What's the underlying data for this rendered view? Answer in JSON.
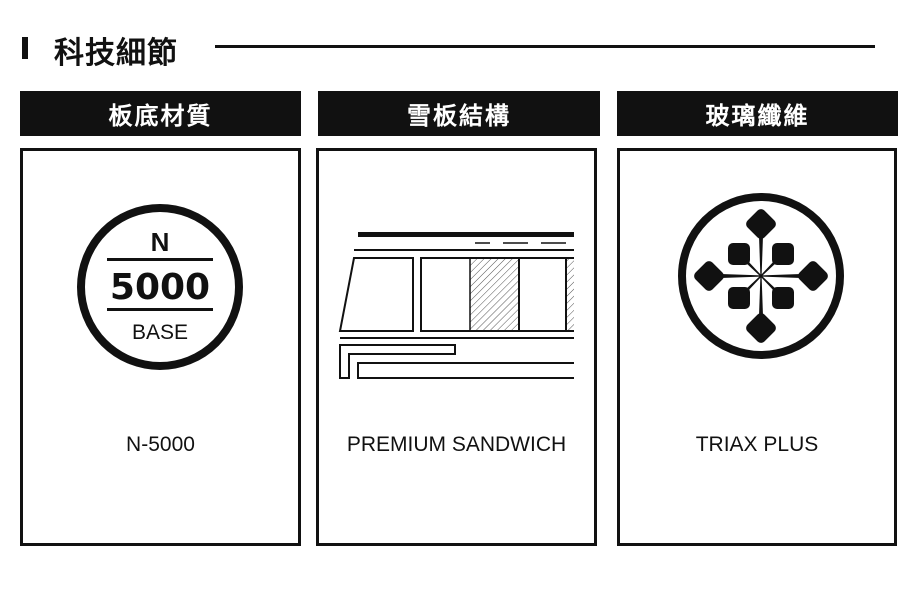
{
  "section_title": "科技細節",
  "cards": [
    {
      "header": "板底材質",
      "name": "N-5000",
      "icon": "n5000-base-badge-icon",
      "badge": {
        "letter": "N",
        "number": "5000",
        "sub": "BASE"
      }
    },
    {
      "header": "雪板結構",
      "name": "PREMIUM SANDWICH",
      "icon": "sandwich-construction-icon"
    },
    {
      "header": "玻璃纖維",
      "name": "TRIAX PLUS",
      "icon": "triax-fiber-icon"
    }
  ]
}
